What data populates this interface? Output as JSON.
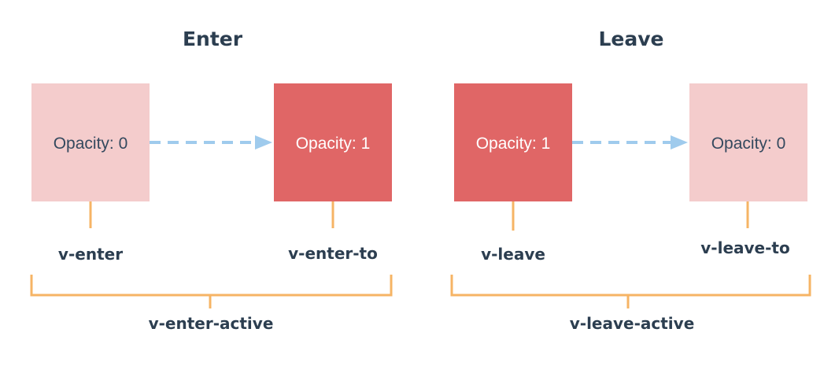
{
  "enter": {
    "title": "Enter",
    "from_box": "Opacity: 0",
    "to_box": "Opacity: 1",
    "from_label": "v-enter",
    "to_label": "v-enter-to",
    "active_label": "v-enter-active"
  },
  "leave": {
    "title": "Leave",
    "from_box": "Opacity: 1",
    "to_box": "Opacity: 0",
    "from_label": "v-leave",
    "to_label": "v-leave-to",
    "active_label": "v-leave-active"
  },
  "colors": {
    "transparent_box": "#f4cccc",
    "opaque_box": "#e06666",
    "arrow": "#9fcbed",
    "bracket": "#f6b465",
    "text": "#2c3e50"
  }
}
